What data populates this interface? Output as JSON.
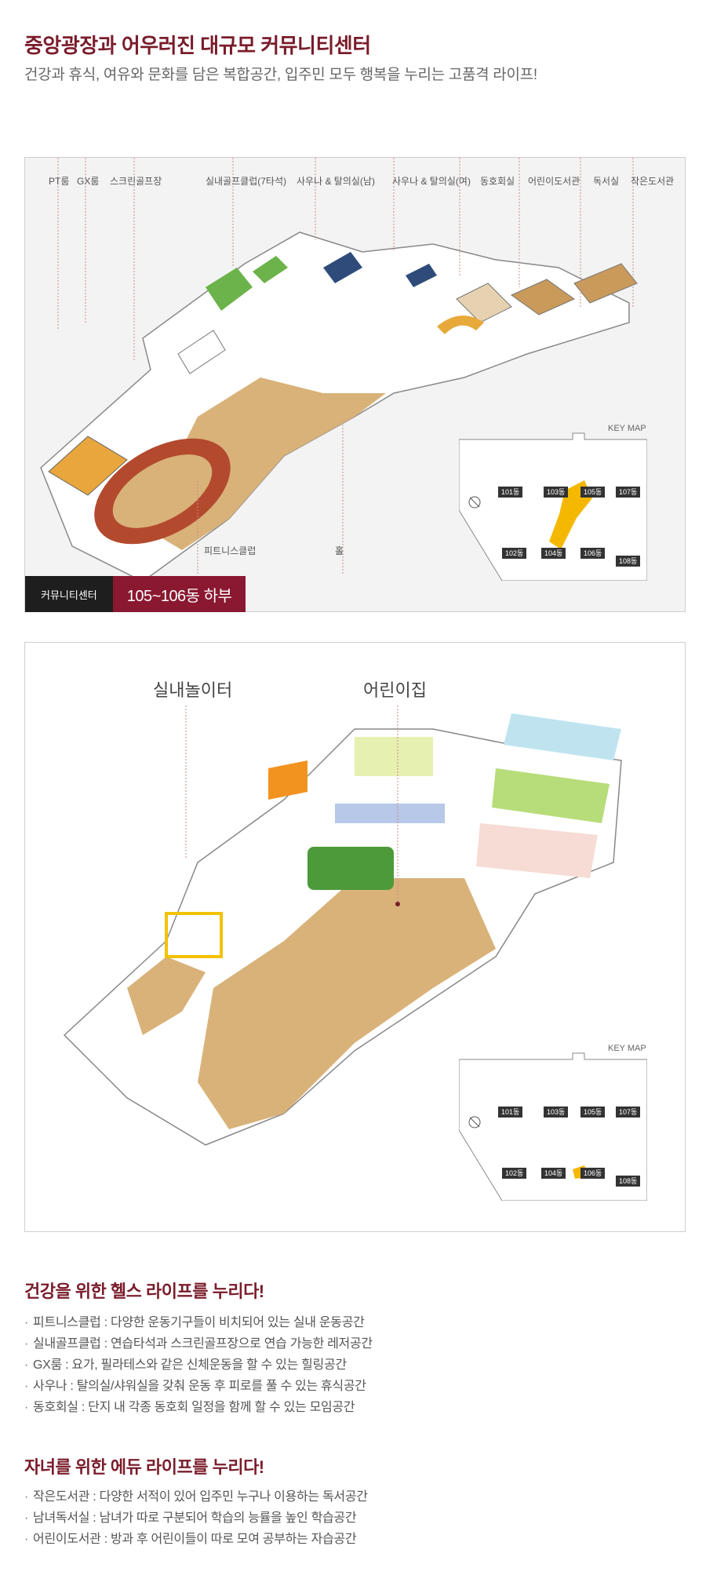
{
  "header": {
    "title": "중앙광장과 어우러진 대규모 커뮤니티센터",
    "subtitle": "건강과 휴식, 여유와 문화를 담은 복합공간, 입주민 모두 행복을 누리는 고품격 라이프!"
  },
  "plan1": {
    "top_labels": [
      "PT룸",
      "GX룸",
      "스크린골프장",
      "실내골프클럽(7타석)",
      "사우나 & 탈의실(남)",
      "사우나 & 탈의실(여)",
      "동호회실",
      "어린이도서관",
      "독서실",
      "작은도서관"
    ],
    "bottom_labels": [
      "피트니스클럽",
      "홀"
    ],
    "badge_left": "커뮤니티센터",
    "badge_right": "105~106동 하부",
    "keymap_title": "KEY MAP",
    "buildings": [
      "101동",
      "103동",
      "105동",
      "107동",
      "102동",
      "104동",
      "106동",
      "108동"
    ],
    "compass": "N",
    "highlight_color": "#f5b800"
  },
  "plan2": {
    "labels": [
      "실내놀이터",
      "어린이집"
    ],
    "keymap_title": "KEY MAP",
    "buildings": [
      "101동",
      "103동",
      "105동",
      "107동",
      "102동",
      "104동",
      "106동",
      "108동"
    ],
    "compass": "N"
  },
  "sections": [
    {
      "heading": "건강을 위한 헬스 라이프를 누리다!",
      "items": [
        "피트니스클럽 : 다양한 운동기구들이 비치되어 있는 실내 운동공간",
        "실내골프클럽 : 연습타석과 스크린골프장으로 연습 가능한 레저공간",
        "GX룸 : 요가, 필라테스와 같은 신체운동을 할 수 있는 힐링공간",
        "사우나 : 탈의실/샤워실을 갖춰 운동 후 피로를 풀 수 있는 휴식공간",
        "동호회실 : 단지 내 각종 동호회 일정을 함께 할 수 있는 모임공간"
      ]
    },
    {
      "heading": "자녀를 위한 에듀 라이프를 누리다!",
      "items": [
        "작은도서관 : 다양한 서적이 있어 입주민 누구나 이용하는 독서공간",
        "남녀독서실 : 남녀가 따로 구분되어 학습의 능률을 높인 학습공간",
        "어린이도서관 : 방과 후 어린이들이 따로 모여 공부하는 자습공간"
      ]
    }
  ]
}
